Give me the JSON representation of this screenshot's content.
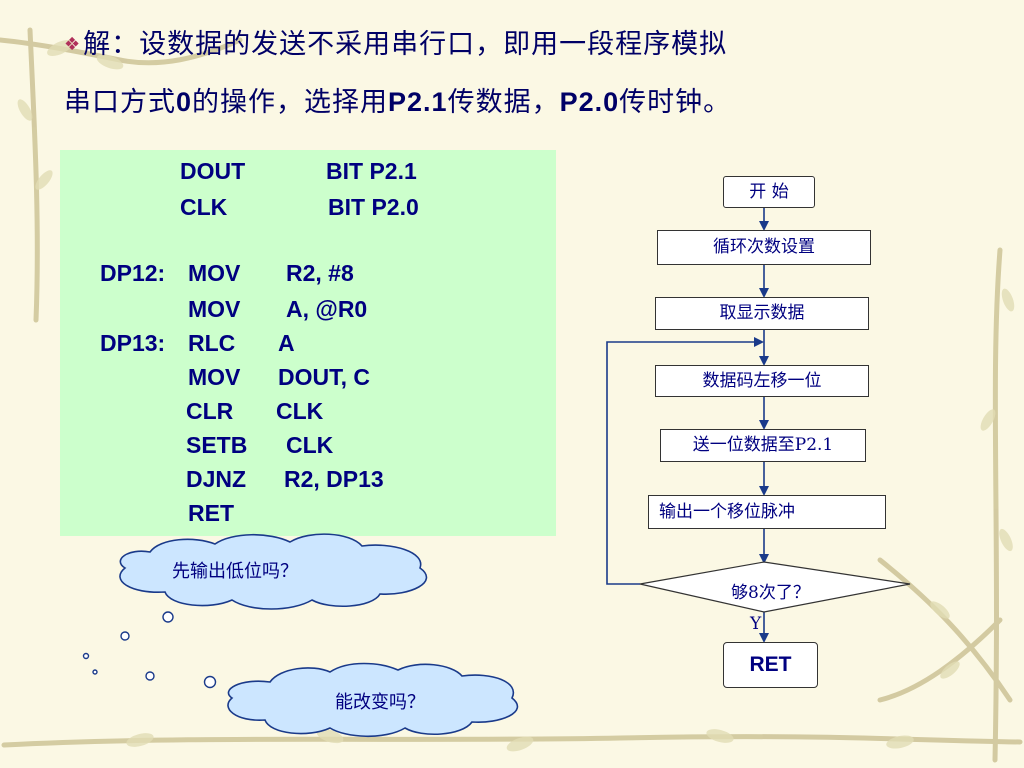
{
  "header": {
    "line1": "解：设数据的发送不采用串行口，即用一段程序模拟",
    "line2_parts": [
      "串口方式",
      "0",
      "的操作，选择用",
      "P2.1",
      "传数据，",
      "P2.0",
      "传时钟。"
    ]
  },
  "code": {
    "lines": [
      {
        "label": "",
        "op": "DOUT",
        "args": "BIT    P2.1"
      },
      {
        "label": "",
        "op": "CLK",
        "args": "BIT    P2.0"
      },
      {
        "label": "DP12:",
        "op": "MOV",
        "args": "R2,     #8"
      },
      {
        "label": "",
        "op": "MOV",
        "args": "A,      @R0"
      },
      {
        "label": "DP13:",
        "op": "RLC",
        "args": "A"
      },
      {
        "label": "",
        "op": "MOV",
        "args": "DOUT,  C"
      },
      {
        "label": "",
        "op": "CLR",
        "args": "CLK"
      },
      {
        "label": "",
        "op": "SETB",
        "args": "CLK"
      },
      {
        "label": "",
        "op": "DJNZ",
        "args": "R2,   DP13"
      },
      {
        "label": "",
        "op": "RET",
        "args": ""
      }
    ]
  },
  "flowchart": {
    "start": "开 始",
    "steps": [
      "循环次数设置",
      "取显示数据",
      "数据码左移一位",
      "送一位数据至P2.1",
      "输出一个移位脉冲"
    ],
    "decision": "够8次了？",
    "yes_label": "Y",
    "end": "RET"
  },
  "clouds": [
    "先输出低位吗？",
    "能改变吗？"
  ],
  "colors": {
    "text": "#000080",
    "code_bg": "#ccffcc",
    "arrow": "#1a3a8a",
    "cloud_fill": "#cce6ff",
    "bullet": "#b0305a"
  }
}
